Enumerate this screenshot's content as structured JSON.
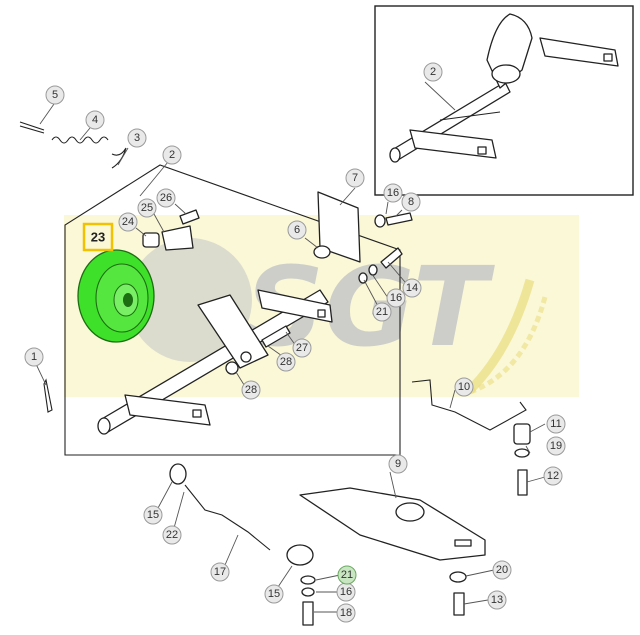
{
  "watermark": {
    "text": "SGT",
    "color": "#2f3d9a"
  },
  "highlight": {
    "part": "23",
    "fill_color": "#3ee02a",
    "box_color": "#f2c200"
  },
  "callouts": {
    "c1": "1",
    "c2a": "2",
    "c2b": "2",
    "c3": "3",
    "c4": "4",
    "c5": "5",
    "c6": "6",
    "c7": "7",
    "c8": "8",
    "c9": "9",
    "c10": "10",
    "c11": "11",
    "c12": "12",
    "c13": "13",
    "c14": "14",
    "c15a": "15",
    "c15b": "15",
    "c16a": "16",
    "c16b": "16",
    "c16c": "16",
    "c17": "17",
    "c18": "18",
    "c19": "19",
    "c20": "20",
    "c21a": "21",
    "c21b": "21",
    "c22": "22",
    "c23": "23",
    "c24": "24",
    "c25": "25",
    "c26": "26",
    "c27": "27",
    "c28a": "28",
    "c28b": "28"
  }
}
